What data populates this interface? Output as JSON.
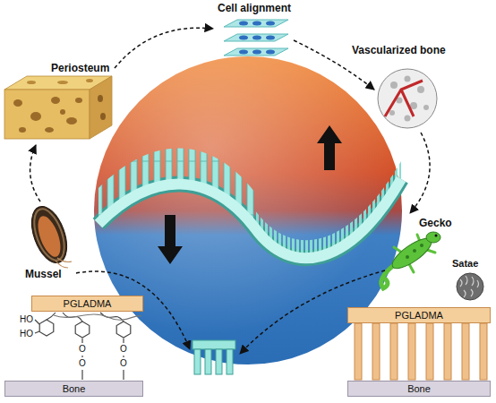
{
  "diagram": {
    "nodes": [
      {
        "text": [
          "PGLADMA"
        ]
      },
      {
        "text": [
          "Bone"
        ]
      },
      {
        "text": [
          "PGLADMA"
        ]
      },
      {
        "text": [
          "Bone"
        ]
      }
    ],
    "labels": [
      "Periosteum",
      "Cell alignment",
      "Vascularized bone",
      "Gecko",
      "Satae",
      "Mussel",
      "HO",
      "HO",
      "O",
      "O",
      "O",
      "O"
    ]
  }
}
